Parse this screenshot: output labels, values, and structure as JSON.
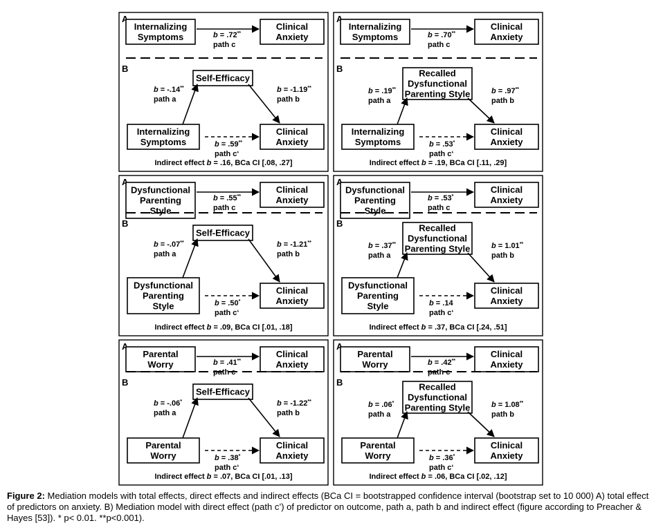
{
  "caption": {
    "label": "Figure 2:",
    "text": "Mediation models with total effects, direct effects and indirect effects (BCa CI = bootstrapped confidence interval (bootstrap set to 10 000) A) total effect of predictors on anxiety. B) Mediation model with direct effect (path c’) of predictor on outcome, path a, path b and indirect effect (figure according to Preacher & Hayes [53]). * p< 0.01. **p<0.001)."
  },
  "panels": [
    {
      "section_a": "A",
      "section_b": "B",
      "predictor": [
        "Internalizing",
        "Symptoms"
      ],
      "outcome": [
        "Clinical",
        "Anxiety"
      ],
      "mediator": [
        "Self-Efficacy"
      ],
      "c": {
        "b": ".72",
        "sig": "**",
        "path": "path c"
      },
      "a": {
        "b": "-.14",
        "sig": "**",
        "path": "path a"
      },
      "bpath": {
        "b": "-1.19",
        "sig": "**",
        "path": "path b"
      },
      "cp": {
        "b": ".59",
        "sig": "**",
        "path": "path c‘"
      },
      "indirect": {
        "prefix": "Indirect effect ",
        "b": "b",
        "rest": " = .16, BCa CI [.08, .27]"
      }
    },
    {
      "section_a": "A",
      "section_b": "B",
      "predictor": [
        "Internalizing",
        "Symptoms"
      ],
      "outcome": [
        "Clinical",
        "Anxiety"
      ],
      "mediator": [
        "Recalled",
        "Dysfunctional",
        "Parenting Style"
      ],
      "c": {
        "b": ".70",
        "sig": "**",
        "path": "path c"
      },
      "a": {
        "b": ".19",
        "sig": "**",
        "path": "path a"
      },
      "bpath": {
        "b": ".97",
        "sig": "**",
        "path": "path b"
      },
      "cp": {
        "b": ".53",
        "sig": "*",
        "path": "path c‘"
      },
      "indirect": {
        "prefix": "Indirect effect ",
        "b": "b",
        "rest": " = .19, BCa CI [.11, .29]"
      }
    },
    {
      "section_a": "A",
      "section_b": "B",
      "predictor": [
        "Dysfunctional",
        "Parenting",
        "Style"
      ],
      "outcome": [
        "Clinical",
        "Anxiety"
      ],
      "mediator": [
        "Self-Efficacy"
      ],
      "c": {
        "b": ".55",
        "sig": "**",
        "path": "path c"
      },
      "a": {
        "b": "-.07",
        "sig": "**",
        "path": "path a"
      },
      "bpath": {
        "b": "-1.21",
        "sig": "**",
        "path": "path b"
      },
      "cp": {
        "b": ".50",
        "sig": "*",
        "path": "path c‘"
      },
      "indirect": {
        "prefix": "Indirect effect ",
        "b": "b",
        "rest": " = .09, BCa CI [.01, .18]"
      }
    },
    {
      "section_a": "A",
      "section_b": "B",
      "predictor": [
        "Dysfunctional",
        "Parenting",
        "Style"
      ],
      "outcome": [
        "Clinical",
        "Anxiety"
      ],
      "mediator": [
        "Recalled",
        "Dysfunctional",
        "Parenting Style"
      ],
      "c": {
        "b": ".53",
        "sig": "*",
        "path": "path c"
      },
      "a": {
        "b": ".37",
        "sig": "**",
        "path": "path a"
      },
      "bpath": {
        "b": "1.01",
        "sig": "**",
        "path": "path b"
      },
      "cp": {
        "b": ".14",
        "sig": "",
        "path": "path c‘"
      },
      "indirect": {
        "prefix": "Indirect effect ",
        "b": "b",
        "rest": " = .37, BCa CI [.24, .51]"
      }
    },
    {
      "section_a": "A",
      "section_b": "B",
      "predictor": [
        "Parental",
        "Worry"
      ],
      "outcome": [
        "Clinical",
        "Anxiety"
      ],
      "mediator": [
        "Self-Efficacy"
      ],
      "c": {
        "b": ".41",
        "sig": "**",
        "path": "path c"
      },
      "a": {
        "b": "-.06",
        "sig": "*",
        "path": "path a"
      },
      "bpath": {
        "b": "-1.22",
        "sig": "**",
        "path": "path b"
      },
      "cp": {
        "b": ".38",
        "sig": "*",
        "path": "path c‘"
      },
      "indirect": {
        "prefix": "Indirect effect ",
        "b": "b",
        "rest": " = .07, BCa CI [.01, .13]"
      }
    },
    {
      "section_a": "A",
      "section_b": "B",
      "predictor": [
        "Parental",
        "Worry"
      ],
      "outcome": [
        "Clinical",
        "Anxiety"
      ],
      "mediator": [
        "Recalled",
        "Dysfunctional",
        "Parenting Style"
      ],
      "c": {
        "b": ".42",
        "sig": "**",
        "path": "path c"
      },
      "a": {
        "b": ".06",
        "sig": "*",
        "path": "path a"
      },
      "bpath": {
        "b": "1.08",
        "sig": "**",
        "path": "path b"
      },
      "cp": {
        "b": ".36",
        "sig": "*",
        "path": "path c‘"
      },
      "indirect": {
        "prefix": "Indirect effect ",
        "b": "b",
        "rest": " = .06, BCa CI [.02, .12]"
      }
    }
  ]
}
